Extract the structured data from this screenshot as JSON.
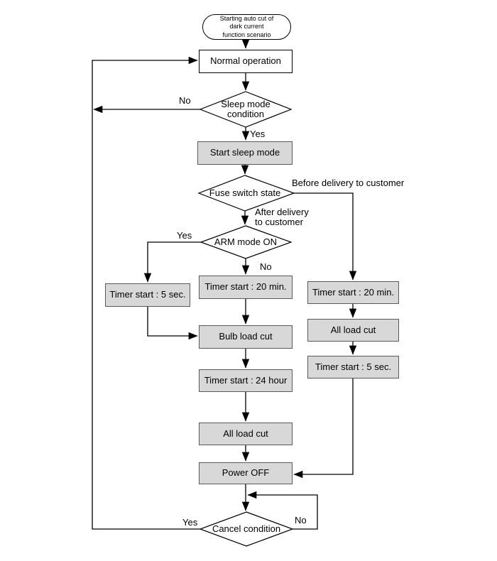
{
  "diagram": {
    "type": "flowchart",
    "nodes": {
      "start": {
        "shape": "terminator",
        "label": "Starting auto cut of\ndark current\nfunction scenario"
      },
      "normal_operation": {
        "shape": "process",
        "label": "Normal operation"
      },
      "sleep_mode_condition": {
        "shape": "decision",
        "label": "Sleep mode\ncondition"
      },
      "start_sleep_mode": {
        "shape": "process",
        "label": "Start sleep mode"
      },
      "fuse_switch_state": {
        "shape": "decision",
        "label": "Fuse switch state"
      },
      "arm_mode_on": {
        "shape": "decision",
        "label": "ARM mode ON"
      },
      "timer_5sec_left": {
        "shape": "process",
        "label": "Timer start : 5 sec."
      },
      "timer_20min_mid": {
        "shape": "process",
        "label": "Timer start : 20 min."
      },
      "bulb_load_cut": {
        "shape": "process",
        "label": "Bulb load cut"
      },
      "timer_24hour": {
        "shape": "process",
        "label": "Timer start : 24 hour"
      },
      "all_load_cut_mid": {
        "shape": "process",
        "label": "All load cut"
      },
      "power_off": {
        "shape": "process",
        "label": "Power OFF"
      },
      "timer_20min_right": {
        "shape": "process",
        "label": "Timer start : 20 min."
      },
      "all_load_cut_right": {
        "shape": "process",
        "label": "All load cut"
      },
      "timer_5sec_right": {
        "shape": "process",
        "label": "Timer start : 5 sec."
      },
      "cancel_condition": {
        "shape": "decision",
        "label": "Cancel condition"
      }
    },
    "edge_labels": {
      "sleep_no": "No",
      "sleep_yes": "Yes",
      "fuse_before": "Before delivery to customer",
      "fuse_after": "After delivery\nto customer",
      "arm_yes": "Yes",
      "arm_no": "No",
      "cancel_yes": "Yes",
      "cancel_no": "No"
    },
    "colors": {
      "process_fill": "#d8d8d8",
      "process_border": "#595959",
      "decision_fill": "#ffffff",
      "terminator_fill": "#ffffff",
      "line": "#000000",
      "background": "#ffffff"
    }
  }
}
